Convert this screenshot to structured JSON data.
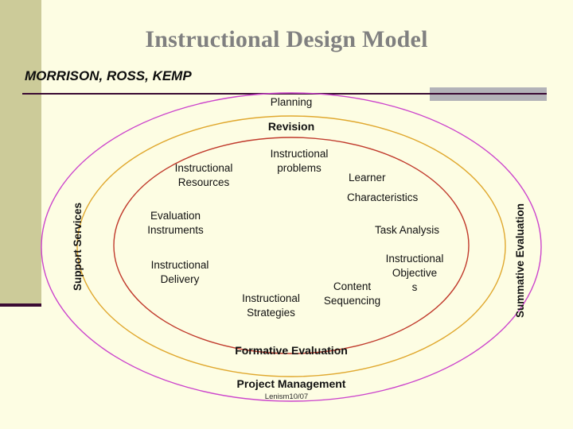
{
  "slide": {
    "title": "Instructional Design Model",
    "subtitle": "MORRISON, ROSS, KEMP",
    "footer_note": "Lenism10/07",
    "background_color": "#FDFDE3",
    "accent_bar_color": "#CCCB99",
    "rule_color": "#3A0A33",
    "gray_block_color": "#B3B3B8",
    "title_color": "#808080"
  },
  "diagram": {
    "type": "concentric-ellipses",
    "rings": [
      {
        "name": "outer",
        "color": "#CC44CC",
        "labels": [
          "Planning",
          "Support Services",
          "Summative Evaluation",
          "Project Management"
        ]
      },
      {
        "name": "middle",
        "color": "#E0A82E",
        "labels": [
          "Revision",
          "Formative Evaluation"
        ]
      },
      {
        "name": "inner",
        "color": "#C0392B",
        "labels": []
      }
    ],
    "ring_labels": {
      "planning": "Planning",
      "revision": "Revision",
      "formative_evaluation": "Formative Evaluation",
      "project_management": "Project Management",
      "support_services": "Support Services",
      "summative_evaluation": "Summative Evaluation"
    },
    "core_elements": [
      {
        "key": "instructional_problems",
        "text": "Instructional\nproblems"
      },
      {
        "key": "instructional_resources",
        "text": "Instructional\nResources"
      },
      {
        "key": "learner_characteristics",
        "text": "Learner\n\nCharacteristics"
      },
      {
        "key": "learner",
        "text": "Learner"
      },
      {
        "key": "characteristics",
        "text": "Characteristics"
      },
      {
        "key": "evaluation_instruments",
        "text": "Evaluation\nInstruments"
      },
      {
        "key": "task_analysis",
        "text": "Task Analysis"
      },
      {
        "key": "instructional_delivery",
        "text": "Instructional\nDelivery"
      },
      {
        "key": "instructional_objectives",
        "text": "Instructional\nObjective\ns"
      },
      {
        "key": "instructional_strategies",
        "text": "Instructional\nStrategies"
      },
      {
        "key": "content_sequencing",
        "text": "Content\nSequencing"
      }
    ]
  }
}
